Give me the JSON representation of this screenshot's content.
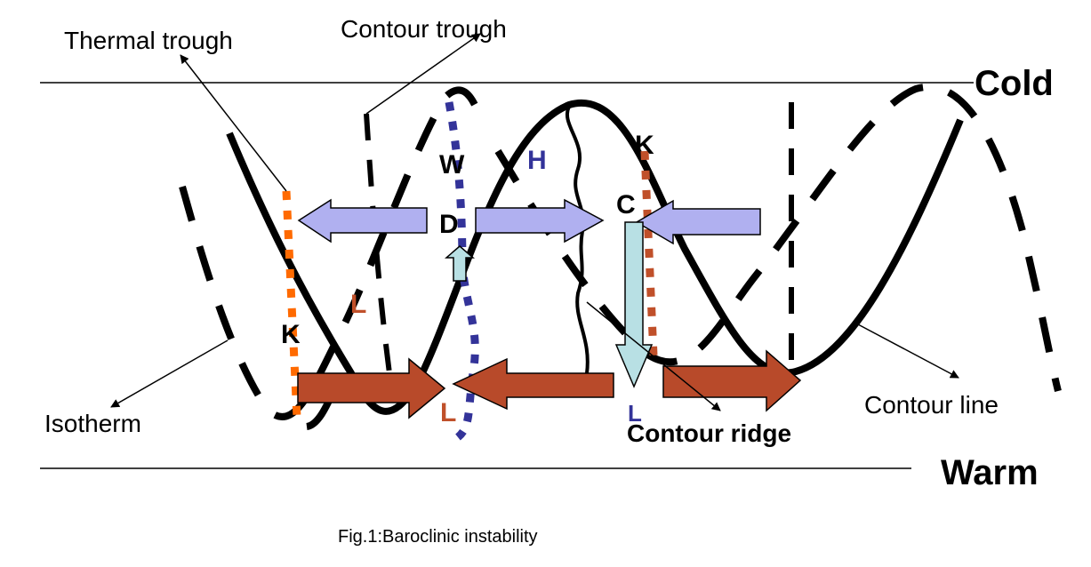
{
  "figure": {
    "caption": "Fig.1:Baroclinic instability",
    "labels": {
      "thermal_trough": "Thermal trough",
      "contour_trough": "Contour trough",
      "cold": "Cold",
      "warm": "Warm",
      "isotherm": "Isotherm",
      "contour_line": "Contour line",
      "contour_ridge": "Contour ridge"
    },
    "markers": {
      "w": "W",
      "d": "D",
      "h": "H",
      "k_upper": "K",
      "c": "C",
      "k_left": "K",
      "l_upper": "L",
      "l_lower": "L",
      "l_right": "L"
    },
    "colors": {
      "upper_arrow": "#b0b0f0",
      "lower_arrow": "#b84a2a",
      "vertical_arrow": "#b8e0e4",
      "thermal_trough_line": "#ff6a00",
      "ridge_dotted_line": "#c0502a",
      "blue_dotted_line": "#333399",
      "l_marker": "#c0502a",
      "h_marker": "#333399"
    }
  }
}
